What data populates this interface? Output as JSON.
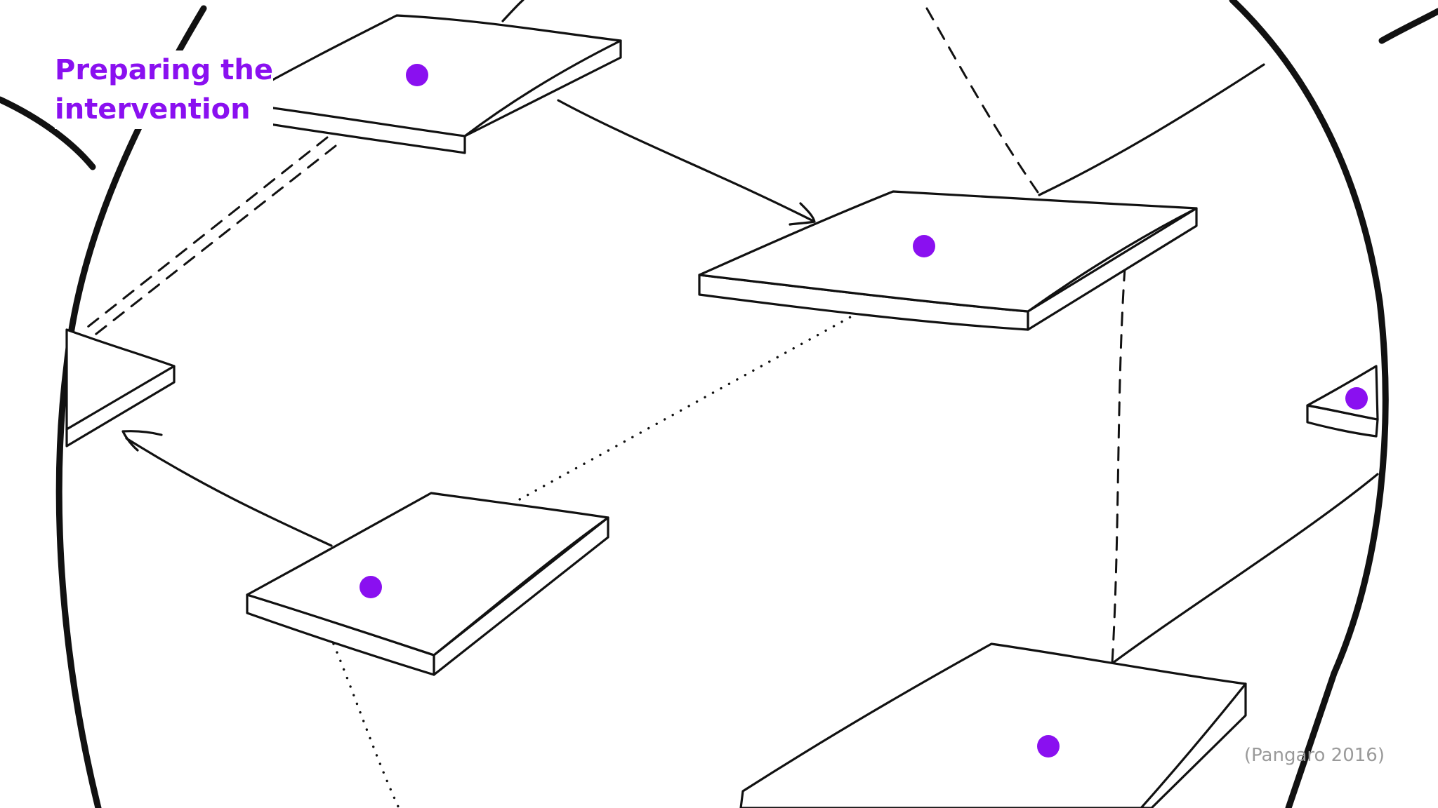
{
  "heading": {
    "line1": "Preparing the",
    "line2": "intervention"
  },
  "citation": "(Pangaro 2016)",
  "colors": {
    "ink": "#111111",
    "accent": "#8a10f0",
    "citation": "#9a9a9a",
    "background": "#ffffff"
  }
}
